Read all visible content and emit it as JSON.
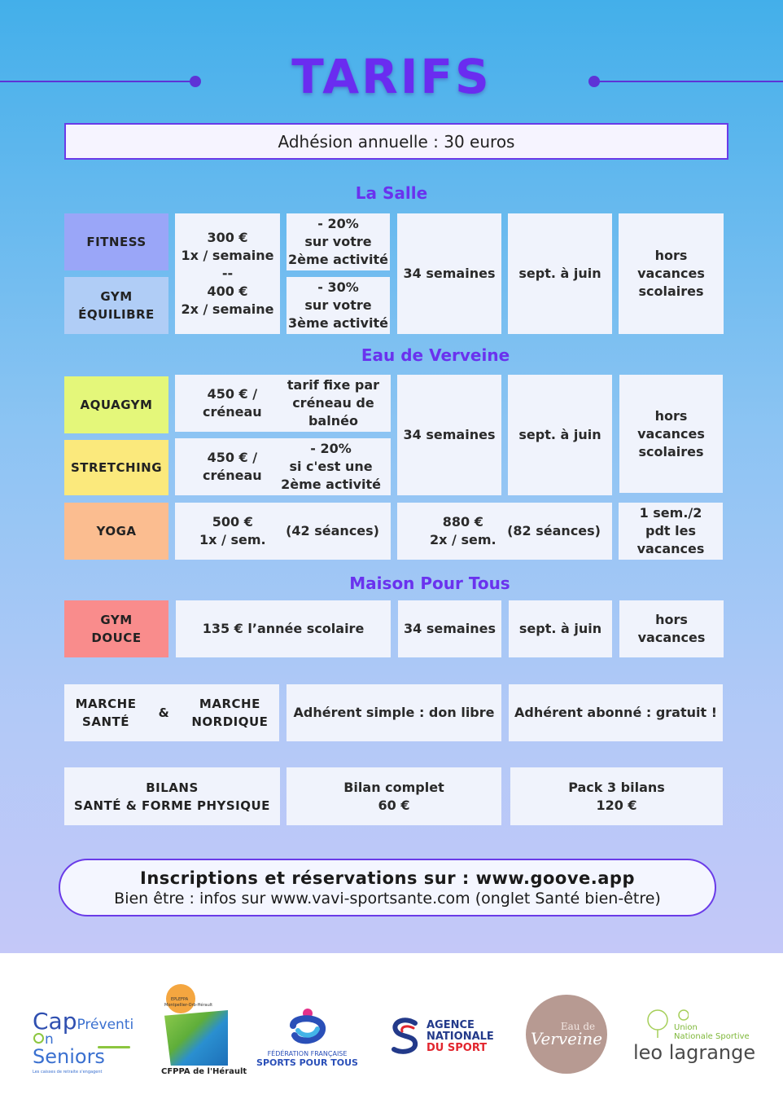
{
  "title": "TARIFS",
  "adhesion": "Adhésion annuelle : 30 euros",
  "sections": {
    "salle": "La Salle",
    "verveine": "Eau de Verveine",
    "maison": "Maison Pour Tous"
  },
  "salle": {
    "fitness": "FITNESS",
    "gym_equilibre_1": "GYM",
    "gym_equilibre_2": "ÉQUILIBRE",
    "price_1": "300 €",
    "price_2": "1x / semaine",
    "price_3": "--",
    "price_4": "400 €",
    "price_5": "2x / semaine",
    "disc1_1": "- 20%",
    "disc1_2": "sur votre",
    "disc1_3": "2ème activité",
    "disc2_1": "- 30%",
    "disc2_2": "sur votre",
    "disc2_3": "3ème activité",
    "weeks": "34 semaines",
    "period": "sept. à juin",
    "holidays_1": "hors",
    "holidays_2": "vacances",
    "holidays_3": "scolaires"
  },
  "verveine": {
    "aquagym": "AQUAGYM",
    "stretching": "STRETCHING",
    "yoga": "YOGA",
    "aqua_price_1": "450 € /",
    "aqua_price_2": "créneau",
    "aqua_note_1": "tarif fixe par",
    "aqua_note_2": "créneau de",
    "aqua_note_3": "balnéo",
    "stretch_price_1": "450 € /",
    "stretch_price_2": "créneau",
    "stretch_note_1": "- 20%",
    "stretch_note_2": "si c'est une",
    "stretch_note_3": "2ème activité",
    "weeks": "34 semaines",
    "period": "sept. à juin",
    "holidays_1": "hors",
    "holidays_2": "vacances",
    "holidays_3": "scolaires",
    "yoga1_price_1": "500 €",
    "yoga1_price_2": "1x / sem.",
    "yoga1_sessions": "(42 séances)",
    "yoga2_price_1": "880 €",
    "yoga2_price_2": "2x / sem.",
    "yoga2_sessions": "(82 séances)",
    "yoga_note_1": "1 sem./2",
    "yoga_note_2": "pdt les",
    "yoga_note_3": "vacances"
  },
  "maison": {
    "gym_douce_1": "GYM",
    "gym_douce_2": "DOUCE",
    "price": "135 € l’année scolaire",
    "weeks": "34 semaines",
    "period": "sept. à juin",
    "holidays_1": "hors",
    "holidays_2": "vacances"
  },
  "marche": {
    "m1_1": "MARCHE",
    "m1_2": "SANTÉ",
    "amp": "&",
    "m2_1": "MARCHE",
    "m2_2": "NORDIQUE",
    "simple": "Adhérent simple : don libre",
    "abonne": "Adhérent abonné : gratuit !"
  },
  "bilans": {
    "label_1": "BILANS",
    "label_2": "SANTÉ & FORME PHYSIQUE",
    "complet_1": "Bilan complet",
    "complet_2": "60 €",
    "pack_1": "Pack 3 bilans",
    "pack_2": "120 €"
  },
  "banner": {
    "line1": "Inscriptions et réservations sur : www.goove.app",
    "line2": "Bien être : infos sur www.vavi-sportsante.com (onglet Santé bien-être)"
  },
  "logos": {
    "cap_1": "Cap",
    "cap_2": "Préventi",
    "cap_2b": "n",
    "cap_3": "Seniors",
    "cap_4": "Les caisses de retraite s'engagent",
    "cfppa_top_1": "EPLEFPA",
    "cfppa_top_2": "Montpellier-Orb-Hérault",
    "cfppa": "CFPPA de l'Hérault",
    "ffsp_1": "FÉDÉRATION FRANÇAISE",
    "ffsp_2": "SPORTS POUR TOUS",
    "ans_1": "AGENCE",
    "ans_2": "NATIONALE",
    "ans_3": "DU SPORT",
    "verveine_1": "Eau de",
    "verveine_2": "Verveine",
    "leo_1": "Union",
    "leo_2": "Nationale Sportive",
    "leo_3": "leo lagrange"
  },
  "colors": {
    "accent": "#6a2cf0",
    "fitness": "#9aa6f8",
    "gym_equilibre": "#b0cdf6",
    "aquagym": "#e4f77a",
    "stretching": "#fbe97c",
    "yoga": "#fbbd90",
    "gym_douce": "#f98c8c"
  }
}
